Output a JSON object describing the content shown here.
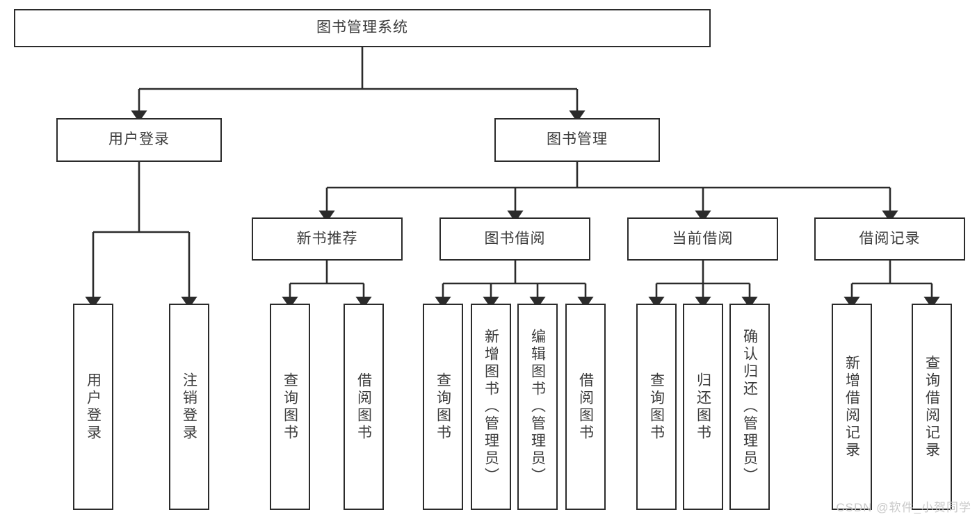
{
  "diagram": {
    "type": "tree",
    "title": "图书管理系统",
    "root": {
      "label": "图书管理系统"
    },
    "level2": [
      {
        "label": "用户登录"
      },
      {
        "label": "图书管理"
      }
    ],
    "level3": [
      {
        "label": "新书推荐"
      },
      {
        "label": "图书借阅"
      },
      {
        "label": "当前借阅"
      },
      {
        "label": "借阅记录"
      }
    ],
    "leaves": {
      "user_login": [
        {
          "label": "用户登录"
        },
        {
          "label": "注销登录"
        }
      ],
      "new_book_recommend": [
        {
          "label": "查询图书"
        },
        {
          "label": "借阅图书"
        }
      ],
      "book_borrow": [
        {
          "label": "查询图书"
        },
        {
          "label": "新增图书（管理员）"
        },
        {
          "label": "编辑图书（管理员）"
        },
        {
          "label": "借阅图书"
        }
      ],
      "current_borrow": [
        {
          "label": "查询图书"
        },
        {
          "label": "归还图书"
        },
        {
          "label": "确认归还（管理员）"
        }
      ],
      "borrow_record": [
        {
          "label": "新增借阅记录"
        },
        {
          "label": "查询借阅记录"
        }
      ]
    },
    "colors": {
      "border": "#2b2b2b",
      "text": "#3b3b3b",
      "background": "#ffffff",
      "watermark": "#c9c9c9"
    }
  },
  "watermark": {
    "text": "CSDN @软件_小贺同学"
  }
}
